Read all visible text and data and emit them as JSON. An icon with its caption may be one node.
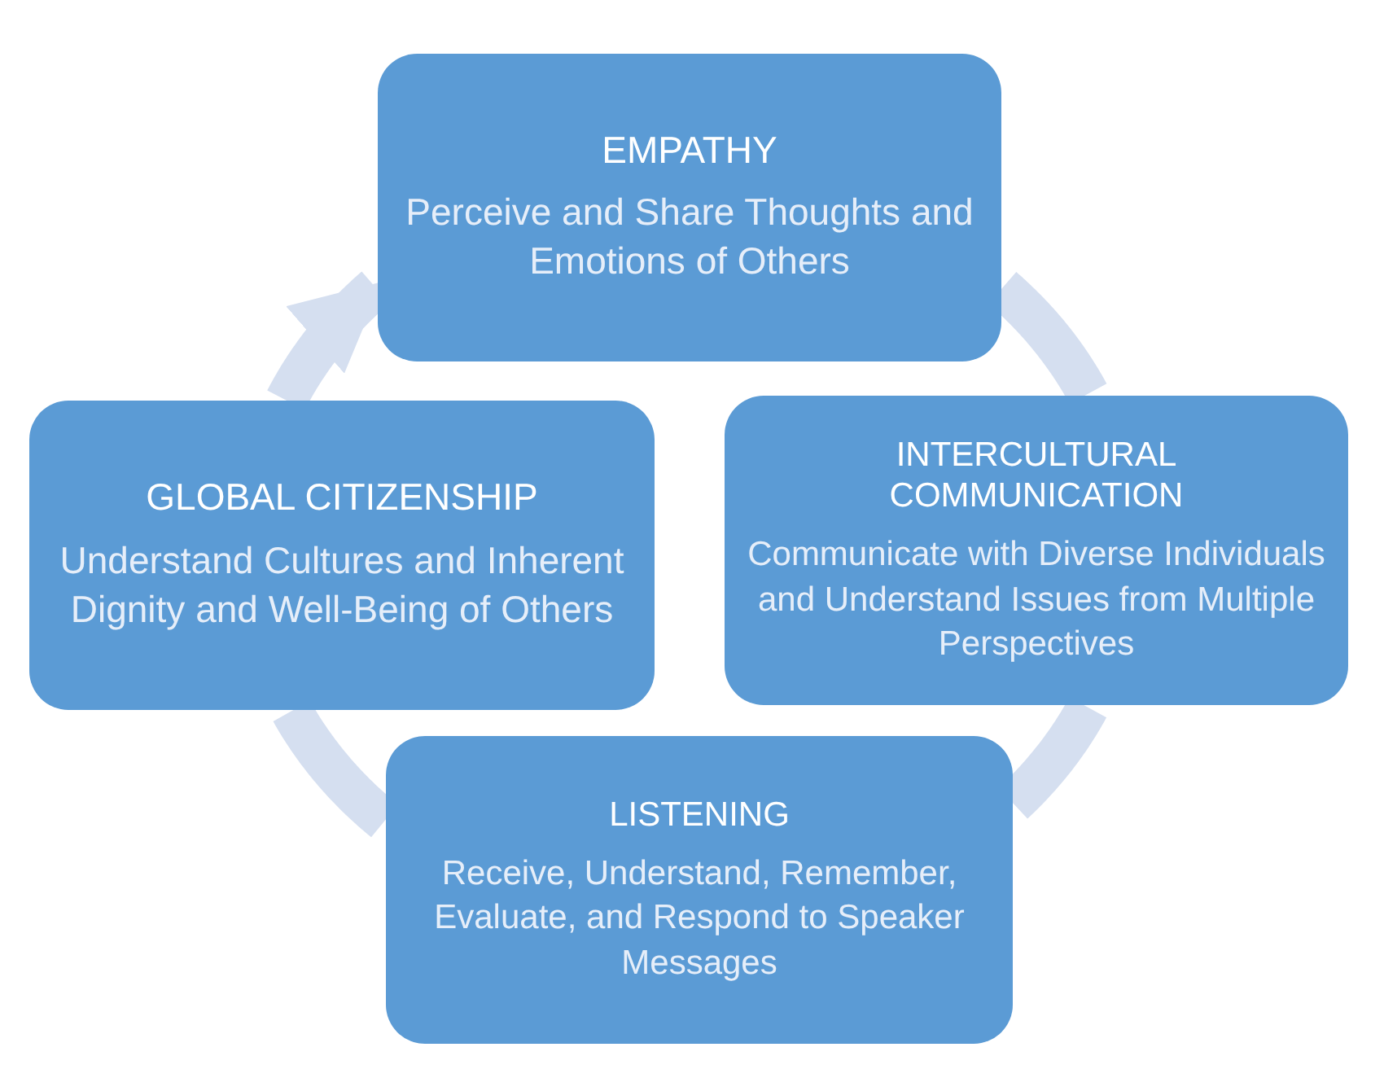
{
  "diagram": {
    "nodes": [
      {
        "text": [
          "EMPATHY",
          "Perceive and Share Thoughts and Emotions of Others"
        ]
      },
      {
        "text": [
          "INTERCULTURAL COMMUNICATION",
          "Communicate with Diverse Individuals and Understand Issues from Multiple Perspectives"
        ]
      },
      {
        "text": [
          "LISTENING",
          "Receive, Understand, Remember, Evaluate, and Respond to Speaker Messages"
        ]
      },
      {
        "text": [
          "GLOBAL CITIZENSHIP",
          "Understand Cultures and Inherent Dignity and Well-Being of Others"
        ]
      }
    ],
    "edges": [
      {
        "from": 0,
        "to": 1,
        "arrow": "none"
      },
      {
        "from": 1,
        "to": 2,
        "arrow": "none"
      },
      {
        "from": 2,
        "to": 3,
        "arrow": "none"
      },
      {
        "from": 3,
        "to": 0,
        "arrow": "to"
      }
    ]
  }
}
